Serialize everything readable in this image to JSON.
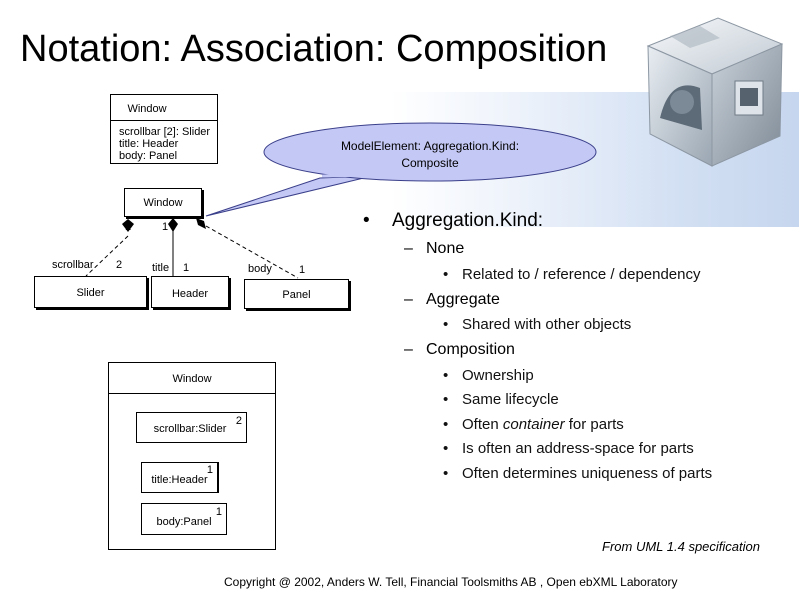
{
  "title": "Notation: Association: Composition",
  "top_class": {
    "name": "Window",
    "attributes": [
      "scrollbar [2]: Slider",
      "title: Header",
      "body: Panel"
    ]
  },
  "callout": {
    "line1_prefix": "ModelElement: ",
    "line1_bold": "Aggregation.Kind:",
    "line2": "Composite"
  },
  "assoc_diagram": {
    "whole": "Window",
    "parts": [
      "Slider",
      "Header",
      "Panel"
    ],
    "role_scrollbar": "scrollbar",
    "role_title": "title",
    "role_body": "body",
    "mult_window_left": "1",
    "mult_window_mid": "1",
    "mult_scrollbar": "2",
    "mult_title": "1",
    "mult_body": "1"
  },
  "nested_diagram": {
    "container": "Window",
    "parts": [
      {
        "name": "scrollbar:Slider",
        "mult": "2"
      },
      {
        "name": "title:Header",
        "mult": "1"
      },
      {
        "name": "body:Panel",
        "mult": "1"
      }
    ]
  },
  "bullets": {
    "main": "Aggregation.Kind:",
    "none": "None",
    "none_sub": "Related to / reference / dependency",
    "aggregate": "Aggregate",
    "aggregate_sub": "Shared with other objects",
    "composition": "Composition",
    "comp_1": "Ownership",
    "comp_2": "Same lifecycle",
    "comp_3_prefix": "Often ",
    "comp_3_italic": "container",
    "comp_3_suffix": " for parts",
    "comp_4": "Is often an address-space for parts",
    "comp_5": "Often determines uniqueness of parts"
  },
  "source_note": "From UML 1.4 specification",
  "copyright": "Copyright @ 2002, Anders W. Tell, Financial Toolsmiths AB , Open ebXML Laboratory",
  "glyphs": {
    "bullet": "•",
    "dash": "–"
  },
  "colors": {
    "callout_fill": "#c4c8f4",
    "band": "#c6d6ee",
    "text": "#000000"
  },
  "icons": {
    "logo": "cube-logo-icon"
  }
}
